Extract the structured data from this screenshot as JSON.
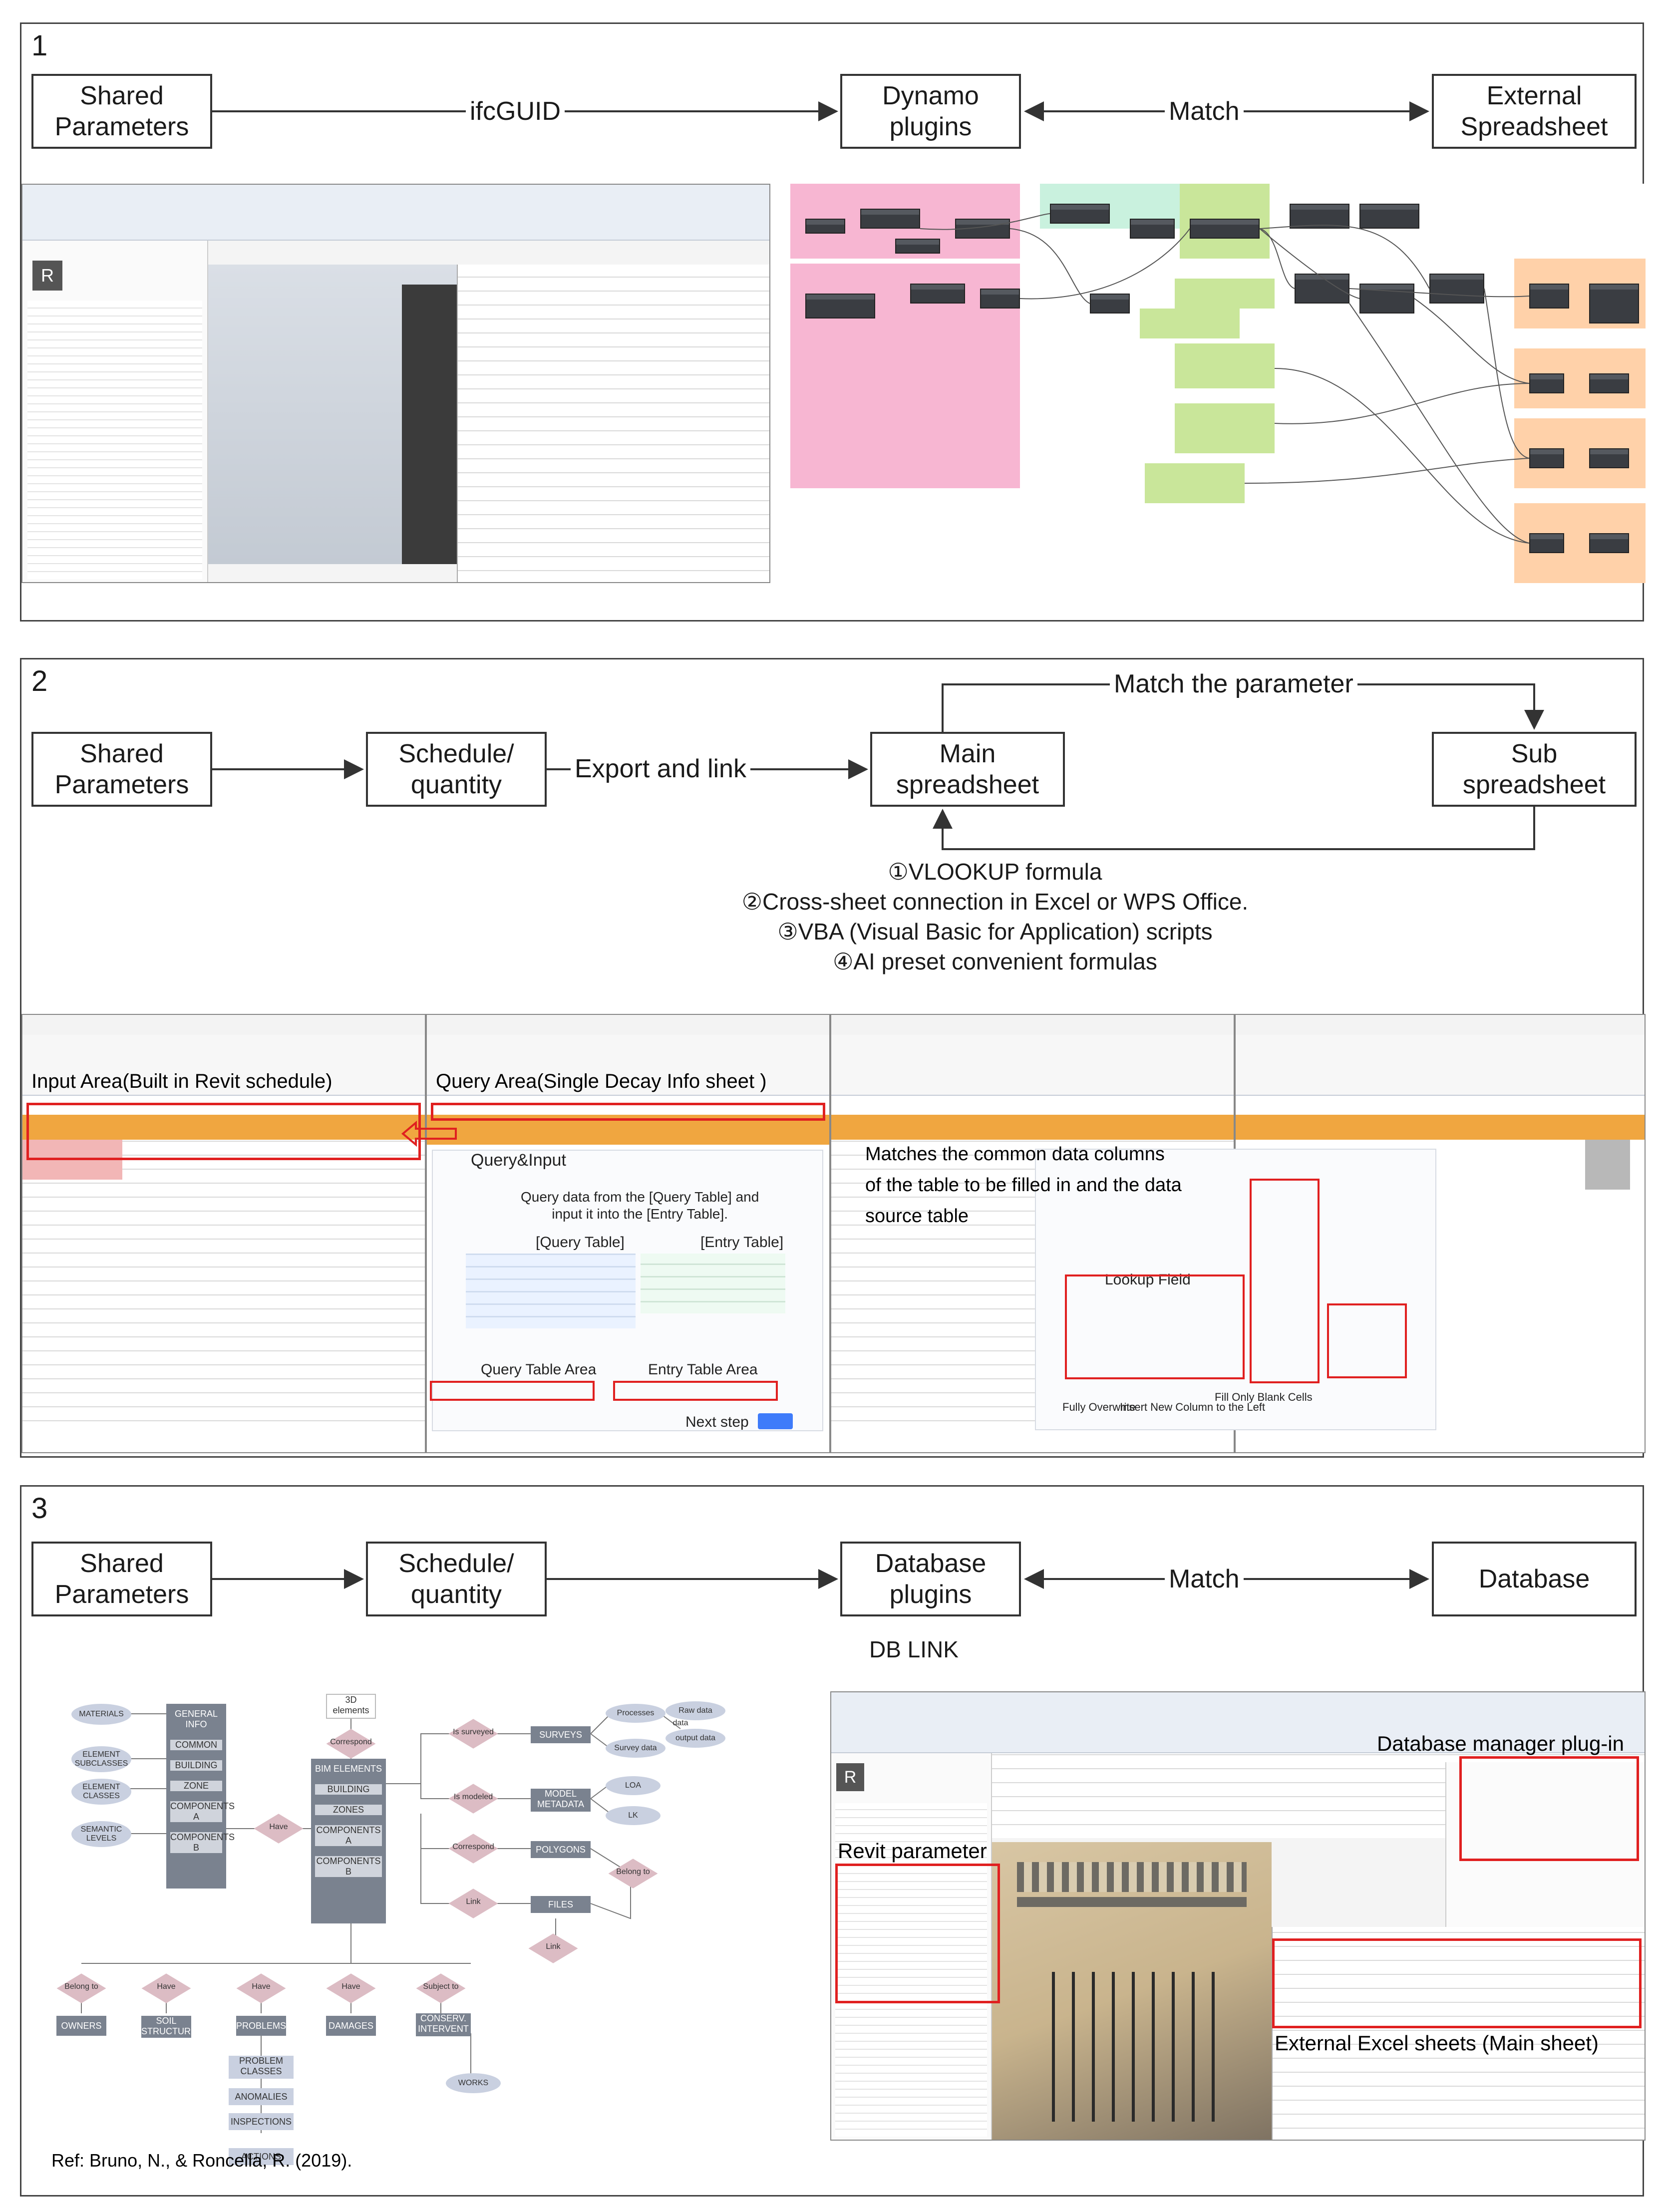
{
  "panel1": {
    "number": "1",
    "boxes": {
      "shared": "Shared\nParameters",
      "dynamo": "Dynamo\nplugins",
      "external": "External\nSpreadsheet"
    },
    "links": {
      "ifcguid": "ifcGUID",
      "match": "Match"
    }
  },
  "panel2": {
    "number": "2",
    "boxes": {
      "shared": "Shared\nParameters",
      "schedule": "Schedule/\nquantity",
      "main": "Main\nspreadsheet",
      "sub": "Sub\nspreadsheet"
    },
    "links": {
      "export": "Export and link",
      "match_param": "Match the parameter"
    },
    "methods": [
      "①VLOOKUP formula",
      "②Cross-sheet connection in Excel or WPS Office.",
      "③VBA (Visual Basic for Application) scripts",
      "④AI preset convenient formulas"
    ],
    "captions": {
      "input_area": "Input Area(Built in Revit schedule)",
      "query_area": "Query Area(Single Decay Info sheet )",
      "matches": "Matches the common data columns\nof the table to be filled in and the data\nsource table",
      "query_input": "Query&Input",
      "query_desc": "Query data from the [Query Table] and\ninput it into the [Entry Table].",
      "query_table": "[Query Table]",
      "entry_table": "[Entry Table]",
      "query_table_area": "Query Table Area",
      "entry_table_area": "Entry Table Area",
      "next_step": "Next step",
      "lookup_field": "Lookup Field",
      "fill_blank": "Fill Only Blank Cells",
      "full_overwrite": "Fully Overwrite",
      "insert_col": "Insert New Column to the Left"
    }
  },
  "panel3": {
    "number": "3",
    "boxes": {
      "shared": "Shared\nParameters",
      "schedule": "Schedule/\nquantity",
      "db_plugins": "Database\nplugins",
      "database": "Database"
    },
    "links": {
      "match": "Match",
      "dblink": "DB LINK"
    },
    "captions": {
      "db_manager": "Database manager plug-in",
      "revit_param": "Revit parameter",
      "external_excel": "External Excel sheets (Main sheet)",
      "ref": "Ref: Bruno, N., & Roncella, R. (2019)."
    },
    "er": {
      "entities": [
        "GENERAL INFO",
        "COMMON",
        "BUILDING",
        "ZONE",
        "COMPONENTS A",
        "COMPONENTS B",
        "BIM ELEMENTS",
        "BUILDING",
        "ZONES",
        "COMPONENTS A",
        "COMPONENTS B",
        "SURVEYS",
        "MODEL METADATA",
        "POLYGONS",
        "FILES",
        "OWNERS",
        "SOIL STRUCTURE",
        "PROBLEMS",
        "DAMAGES",
        "CONSERV. INTERVENT",
        "PROBLEM CLASSES",
        "ANOMALIES",
        "INSPECTIONS",
        "ACTIONS",
        "3D elements"
      ],
      "attributes": [
        "MATERIALS",
        "ELEMENT SUBCLASSES",
        "ELEMENT CLASSES",
        "SEMANTIC LEVELS",
        "Processes",
        "Survey data",
        "Raw data",
        "output data",
        "LOA",
        "LK",
        "WORKS"
      ],
      "relations": [
        "Correspond",
        "Have",
        "Is surveyed",
        "Is modeled",
        "Correspond",
        "Link",
        "Belong to",
        "Link",
        "Belong to",
        "Have",
        "Have",
        "Have",
        "Subject to"
      ]
    }
  }
}
